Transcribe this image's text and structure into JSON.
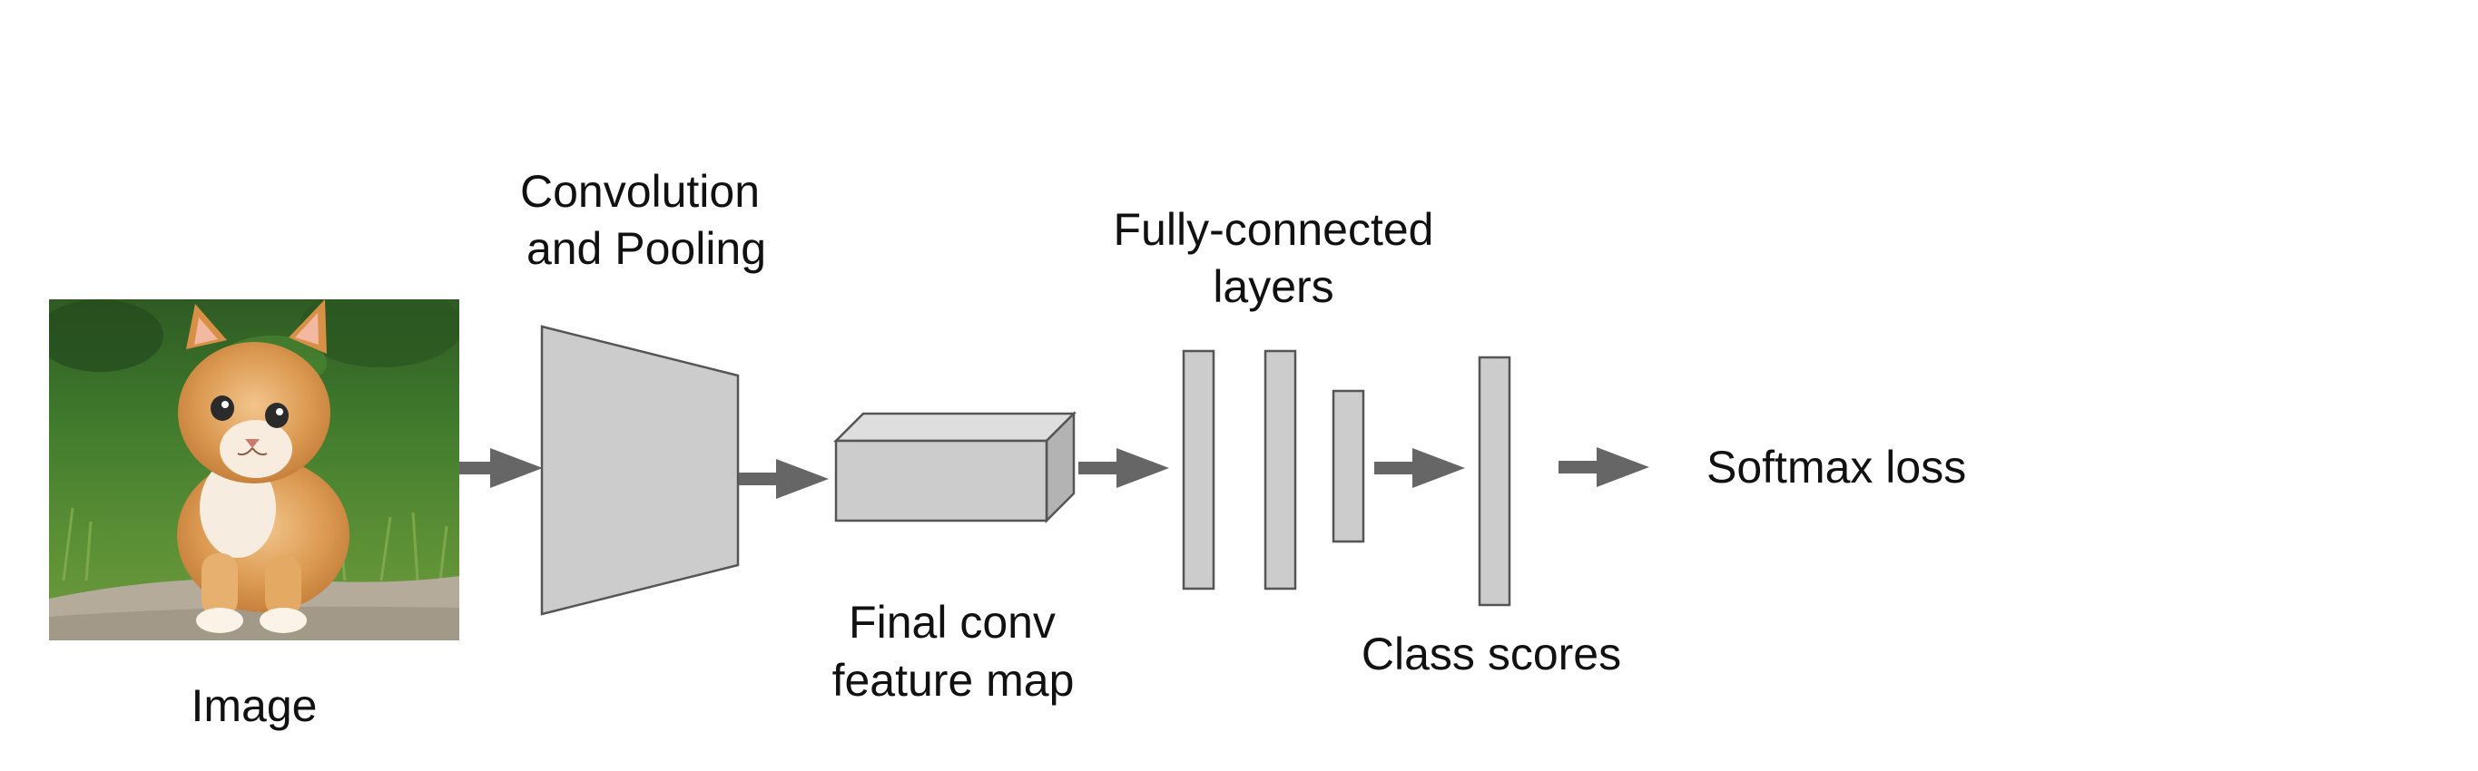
{
  "labels": {
    "image": "Image",
    "conv_line1": "Convolution",
    "conv_line2": "and Pooling",
    "feature_line1": "Final conv",
    "feature_line2": "feature map",
    "fc_line1": "Fully-connected",
    "fc_line2": "layers",
    "scores": "Class scores",
    "loss": "Softmax loss"
  },
  "colors": {
    "block_fill": "#cccccc",
    "block_top": "#dedede",
    "block_side": "#b3b3b3",
    "block_stroke": "#555555",
    "arrow": "#666666",
    "text": "#111111"
  },
  "icons": {
    "image": "kitten-photo",
    "arrow": "right-arrow-icon"
  }
}
